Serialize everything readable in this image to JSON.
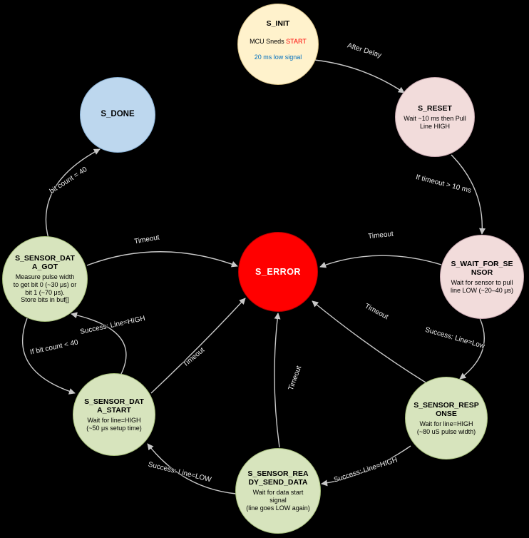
{
  "colors": {
    "background": "#000000",
    "node_yellow": "#FFF2CC",
    "node_pink": "#F2DCDB",
    "node_blue": "#BDD7EE",
    "node_green": "#D7E4BD",
    "node_red": "#FF0000",
    "start_text_red": "#FF0000",
    "signal_text_blue": "#0070C0",
    "arrow": "#C8C8C8",
    "edge_label_text": "#EFEFEF"
  },
  "states": {
    "s_init": {
      "title": "S_INIT",
      "body_prefix": "MCU Sneds ",
      "body_highlight": "START",
      "body_line2": "20 ms low signal"
    },
    "s_reset": {
      "title": "S_RESET",
      "body": "Wait ~10 ms then Pull\nLine HIGH"
    },
    "s_done": {
      "title": "S_DONE"
    },
    "s_wait_for_sensor": {
      "title": "S_WAIT_FOR_SE\nNSOR",
      "body": "Wait for sensor to pull\nline LOW (~20–40 μs)"
    },
    "s_sensor_data_got": {
      "title": "S_SENSOR_DAT\nA_GOT",
      "body": "Measure pulse width\nto get bit 0  (~30 μs) or\nbit 1  (~70 μs).\nStore bits in buf[]"
    },
    "s_error": {
      "title": "S_ERROR"
    },
    "s_sensor_data_start": {
      "title": "S_SENSOR_DAT\nA_START",
      "body": "Wait for line=HIGH\n(~50 μs setup time)"
    },
    "s_sensor_response": {
      "title": "S_SENSOR_RESP\nONSE",
      "body": "Wait for line=HIGH\n(~80 uS pulse width)"
    },
    "s_sensor_ready_send_data": {
      "title": "S_SENSOR_REA\nDY_SEND_DATA",
      "body": "Wait for data start\nsignal\n(line goes LOW again)"
    }
  },
  "edges": {
    "init_to_reset": {
      "label": "After Delay",
      "from": "S_INIT",
      "to": "S_RESET"
    },
    "reset_to_wait": {
      "label": "If timeout > 10 ms",
      "from": "S_RESET",
      "to": "S_WAIT_FOR_SENSOR"
    },
    "wait_to_error": {
      "label": "Timeout",
      "from": "S_WAIT_FOR_SENSOR",
      "to": "S_ERROR"
    },
    "wait_to_response": {
      "label": "Success: Line=Low",
      "from": "S_WAIT_FOR_SENSOR",
      "to": "S_SENSOR_RESPONSE"
    },
    "response_to_error": {
      "label": "Timeout",
      "from": "S_SENSOR_RESPONSE",
      "to": "S_ERROR"
    },
    "response_to_ready": {
      "label": "Success: Line=HIGH",
      "from": "S_SENSOR_RESPONSE",
      "to": "S_SENSOR_READY_SEND_DATA"
    },
    "ready_to_error": {
      "label": "Timeout",
      "from": "S_SENSOR_READY_SEND_DATA",
      "to": "S_ERROR"
    },
    "ready_to_start": {
      "label": "Success: Line=LOW",
      "from": "S_SENSOR_READY_SEND_DATA",
      "to": "S_SENSOR_DATA_START"
    },
    "start_to_error": {
      "label": "Timeout",
      "from": "S_SENSOR_DATA_START",
      "to": "S_ERROR"
    },
    "start_to_got": {
      "label": "Success: Line=HIGH",
      "from": "S_SENSOR_DATA_START",
      "to": "S_SENSOR_DATA_GOT"
    },
    "got_to_start": {
      "label": "If bit count < 40",
      "from": "S_SENSOR_DATA_GOT",
      "to": "S_SENSOR_DATA_START"
    },
    "got_to_error": {
      "label": "Timeout",
      "from": "S_SENSOR_DATA_GOT",
      "to": "S_ERROR"
    },
    "got_to_done": {
      "label": "bit count = 40",
      "from": "S_SENSOR_DATA_GOT",
      "to": "S_DONE"
    }
  }
}
